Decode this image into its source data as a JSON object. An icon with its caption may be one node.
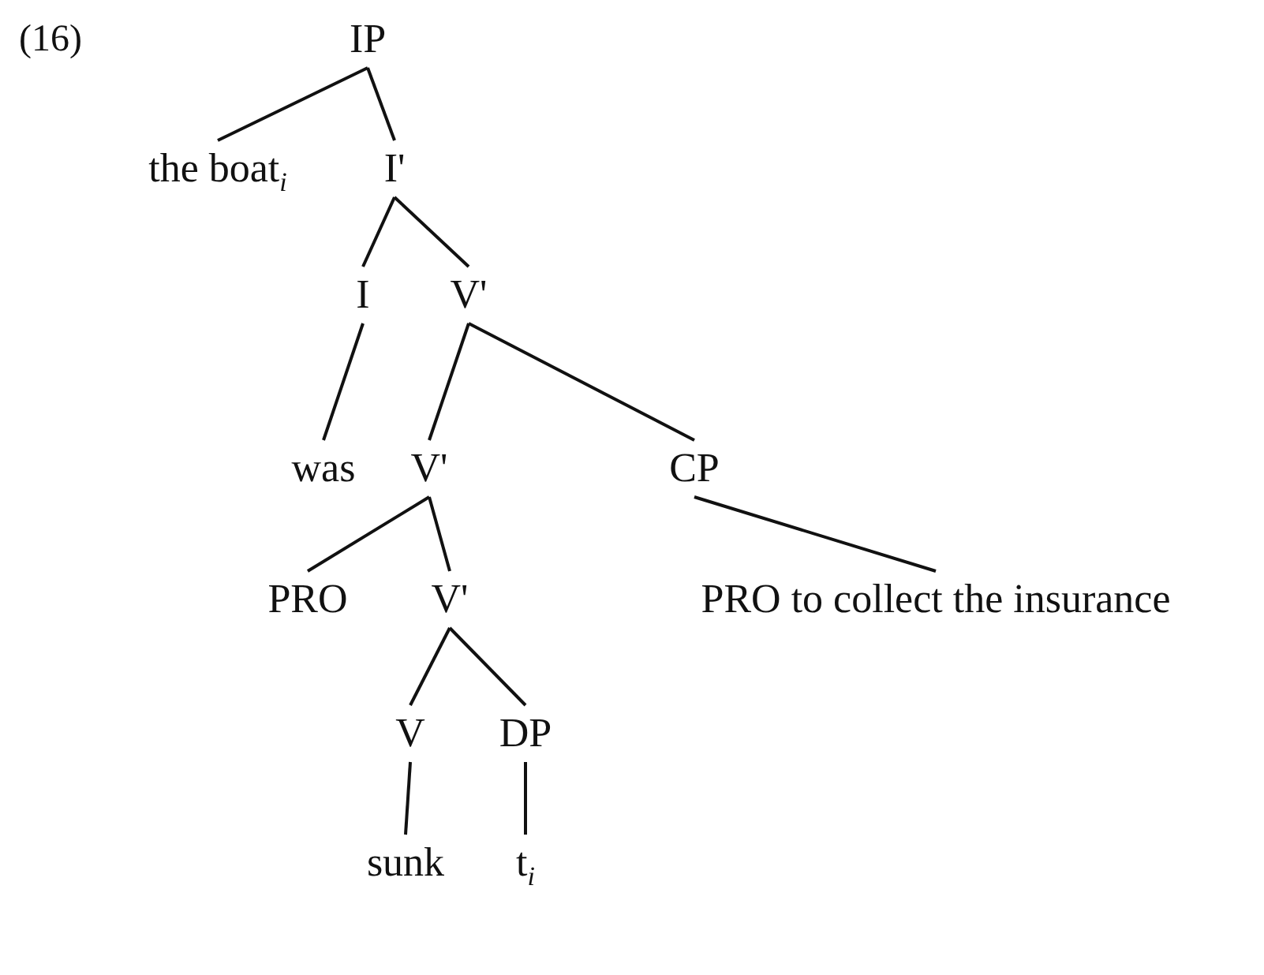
{
  "diagram": {
    "nodes": [
      {
        "text": [
          "IP"
        ]
      },
      {
        "text": [
          "the boat$_{i}$"
        ]
      },
      {
        "text": [
          "I'"
        ]
      },
      {
        "text": [
          "I"
        ]
      },
      {
        "text": [
          "V'"
        ]
      },
      {
        "text": [
          "was"
        ]
      },
      {
        "text": [
          "V'"
        ]
      },
      {
        "text": [
          "CP"
        ]
      },
      {
        "text": [
          "PRO"
        ]
      },
      {
        "text": [
          "V'"
        ]
      },
      {
        "text": [
          "PRO to collect the insurance"
        ]
      },
      {
        "text": [
          "V"
        ]
      },
      {
        "text": [
          "DP"
        ]
      },
      {
        "text": [
          "sunk"
        ]
      },
      {
        "text": [
          "t$_{i}$"
        ]
      }
    ],
    "edges": [
      {
        "from": 0,
        "to": 1,
        "arrow": "none"
      },
      {
        "from": 0,
        "to": 2,
        "arrow": "none"
      },
      {
        "from": 2,
        "to": 3,
        "arrow": "none"
      },
      {
        "from": 2,
        "to": 4,
        "arrow": "none"
      },
      {
        "from": 3,
        "to": 5,
        "arrow": "none"
      },
      {
        "from": 4,
        "to": 6,
        "arrow": "none"
      },
      {
        "from": 4,
        "to": 7,
        "arrow": "none"
      },
      {
        "from": 6,
        "to": 8,
        "arrow": "none"
      },
      {
        "from": 6,
        "to": 9,
        "arrow": "none"
      },
      {
        "from": 7,
        "to": 10,
        "arrow": "none"
      },
      {
        "from": 9,
        "to": 11,
        "arrow": "none"
      },
      {
        "from": 9,
        "to": 12,
        "arrow": "none"
      },
      {
        "from": 11,
        "to": 13,
        "arrow": "none"
      },
      {
        "from": 12,
        "to": 14,
        "arrow": "none"
      }
    ],
    "labels": [
      "(16)"
    ]
  }
}
